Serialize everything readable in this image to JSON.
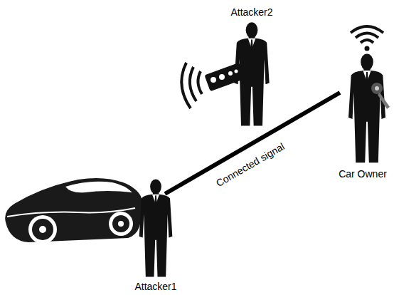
{
  "diagram": {
    "labels": [
      "Attacker2",
      "Car Owner",
      "Connected signal",
      "Attacker1"
    ]
  }
}
